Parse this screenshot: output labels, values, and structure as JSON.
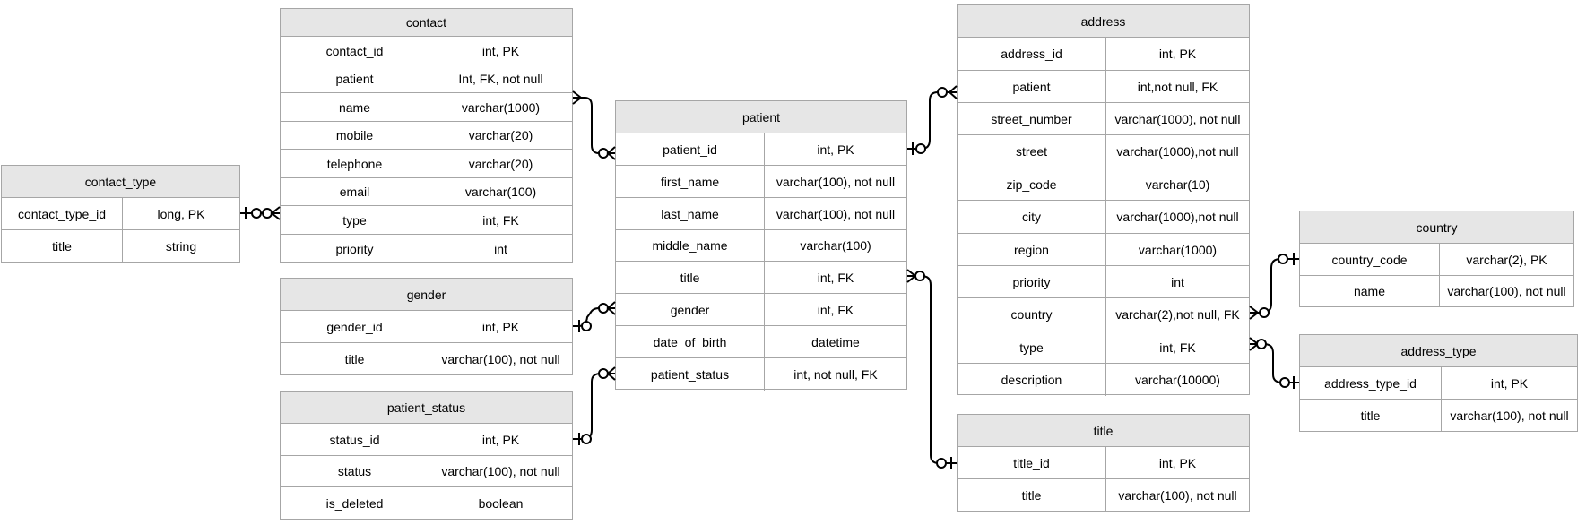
{
  "entities": {
    "contact": {
      "title": "contact",
      "rows": [
        {
          "name": "contact_id",
          "type": "int, PK"
        },
        {
          "name": "patient",
          "type": "Int, FK, not null"
        },
        {
          "name": "name",
          "type": "varchar(1000)"
        },
        {
          "name": "mobile",
          "type": "varchar(20)"
        },
        {
          "name": "telephone",
          "type": "varchar(20)"
        },
        {
          "name": "email",
          "type": "varchar(100)"
        },
        {
          "name": "type",
          "type": "int, FK"
        },
        {
          "name": "priority",
          "type": "int"
        }
      ]
    },
    "contact_type": {
      "title": "contact_type",
      "rows": [
        {
          "name": "contact_type_id",
          "type": "long, PK"
        },
        {
          "name": "title",
          "type": "string"
        }
      ]
    },
    "gender": {
      "title": "gender",
      "rows": [
        {
          "name": "gender_id",
          "type": "int, PK"
        },
        {
          "name": "title",
          "type": "varchar(100), not null"
        }
      ]
    },
    "patient_status": {
      "title": "patient_status",
      "rows": [
        {
          "name": "status_id",
          "type": "int, PK"
        },
        {
          "name": "status",
          "type": "varchar(100), not null"
        },
        {
          "name": "is_deleted",
          "type": "boolean"
        }
      ]
    },
    "patient": {
      "title": "patient",
      "rows": [
        {
          "name": "patient_id",
          "type": "int, PK"
        },
        {
          "name": "first_name",
          "type": "varchar(100), not null"
        },
        {
          "name": "last_name",
          "type": "varchar(100), not null"
        },
        {
          "name": "middle_name",
          "type": "varchar(100)"
        },
        {
          "name": "title",
          "type": "int, FK"
        },
        {
          "name": "gender",
          "type": "int, FK"
        },
        {
          "name": "date_of_birth",
          "type": "datetime"
        },
        {
          "name": "patient_status",
          "type": "int, not null, FK"
        }
      ]
    },
    "address": {
      "title": "address",
      "rows": [
        {
          "name": "address_id",
          "type": "int, PK"
        },
        {
          "name": "patient",
          "type": "int,not null, FK"
        },
        {
          "name": "street_number",
          "type": "varchar(1000), not null"
        },
        {
          "name": "street",
          "type": "varchar(1000),not null"
        },
        {
          "name": "zip_code",
          "type": "varchar(10)"
        },
        {
          "name": "city",
          "type": "varchar(1000),not null"
        },
        {
          "name": "region",
          "type": "varchar(1000)"
        },
        {
          "name": "priority",
          "type": "int"
        },
        {
          "name": "country",
          "type": "varchar(2),not null, FK"
        },
        {
          "name": "type",
          "type": "int, FK"
        },
        {
          "name": "description",
          "type": "varchar(10000)"
        }
      ]
    },
    "title": {
      "title": "title",
      "rows": [
        {
          "name": "title_id",
          "type": "int, PK"
        },
        {
          "name": "title",
          "type": "varchar(100), not null"
        }
      ]
    },
    "country": {
      "title": "country",
      "rows": [
        {
          "name": "country_code",
          "type": "varchar(2), PK"
        },
        {
          "name": "name",
          "type": "varchar(100), not null"
        }
      ]
    },
    "address_type": {
      "title": "address_type",
      "rows": [
        {
          "name": "address_type_id",
          "type": "int, PK"
        },
        {
          "name": "title",
          "type": "varchar(100), not null"
        }
      ]
    }
  },
  "colors": {
    "header_bg": "#e6e6e6",
    "border": "#a6a6a6",
    "line": "#000000"
  }
}
